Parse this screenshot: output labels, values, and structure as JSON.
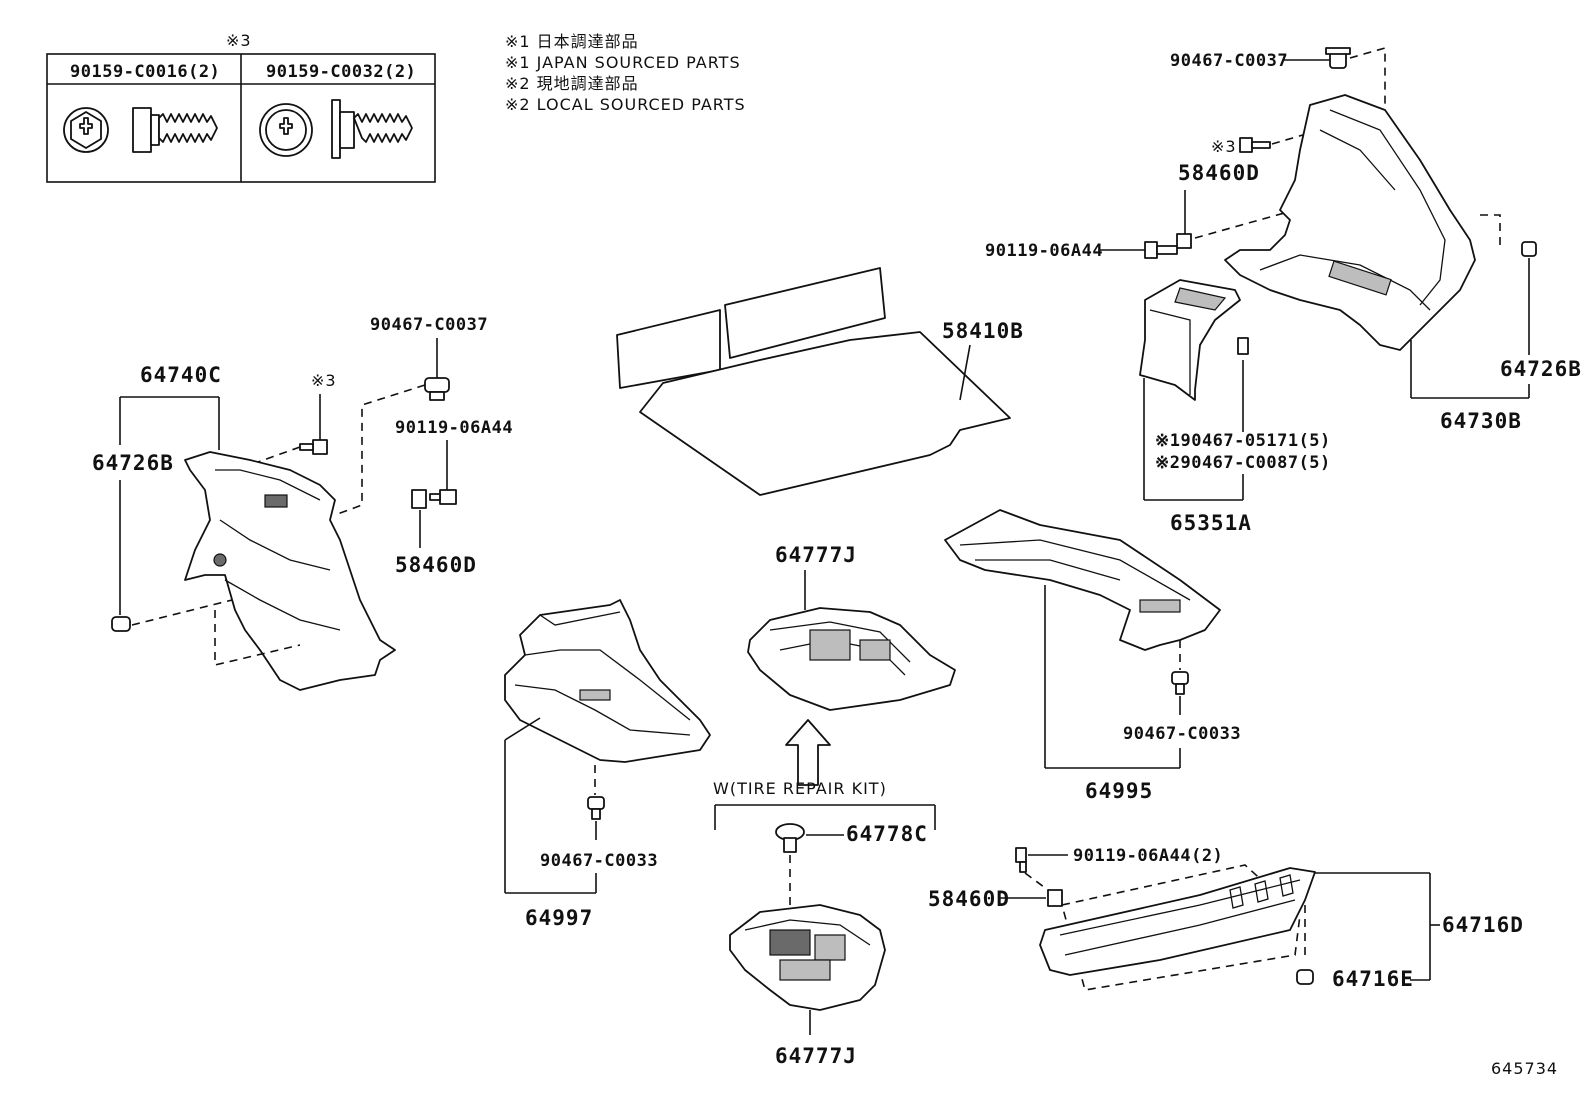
{
  "legend_table": {
    "header": "※3",
    "col1": "90159-C0016(2)",
    "col2": "90159-C0032(2)"
  },
  "notes": [
    "※1 日本調達部品",
    "※1 JAPAN SOURCED PARTS",
    "※2 現地調達部品",
    "※2 LOCAL SOURCED PARTS"
  ],
  "labels": {
    "p90467_C0037_top": "90467-C0037",
    "note3_right": "※3",
    "p58460D_right": "58460D",
    "p90119_06A44_right": "90119-06A44",
    "p64726B_right": "64726B",
    "p64730B": "64730B",
    "p90467_05171": "※190467-05171(5)",
    "p90467_C0087": "※290467-C0087(5)",
    "p65351A": "65351A",
    "p58410B": "58410B",
    "p90467_C0037_left": "90467-C0037",
    "p64740C": "64740C",
    "note3_left": "※3",
    "p90119_06A44_left": "90119-06A44",
    "p64726B_left": "64726B",
    "p58460D_left": "58460D",
    "p64777J_top": "64777J",
    "p64995": "64995",
    "p90467_C0033_right": "90467-C0033",
    "tire_kit": "W(TIRE REPAIR KIT)",
    "p64778C": "64778C",
    "p90467_C0033_left": "90467-C0033",
    "p64997": "64997",
    "p64777J_bottom": "64777J",
    "p90119_06A44_2": "90119-06A44(2)",
    "p58460D_bottom": "58460D",
    "p64716D": "64716D",
    "p64716E": "64716E",
    "diagram_number": "645734"
  }
}
